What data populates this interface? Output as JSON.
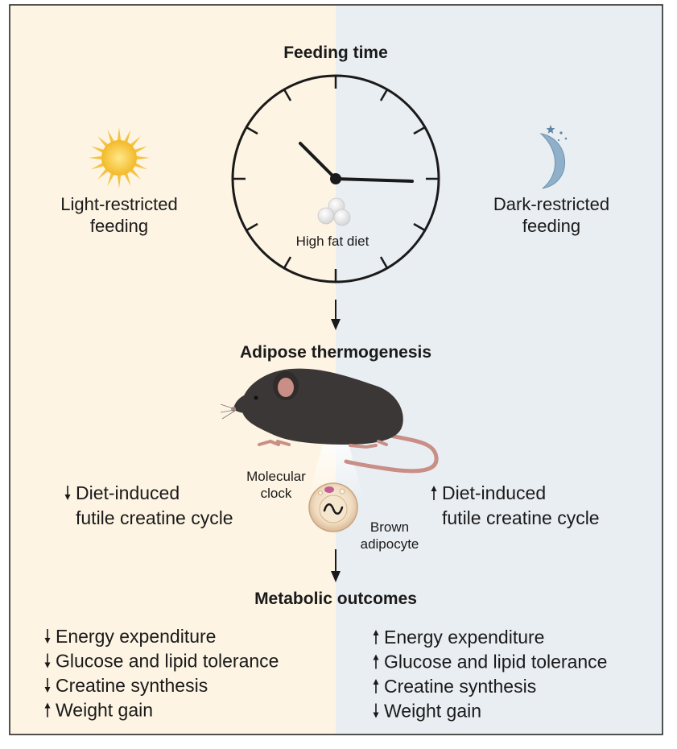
{
  "colors": {
    "light_panel": "#fdf4e3",
    "dark_panel": "#e9eef2",
    "border": "#1a1a1a",
    "sun": "#f5c342",
    "moon": "#8fb0c8",
    "mouse": "#3a3736",
    "tail": "#c98e86"
  },
  "icons": [
    "sun-icon",
    "moon-icon",
    "clock-icon",
    "food-pellets-icon",
    "mouse-icon",
    "brown-adipocyte-icon",
    "down-arrow-icon",
    "up-arrow-icon"
  ],
  "headings": {
    "feeding_time": "Feeding time",
    "adipose_thermogenesis": "Adipose thermogenesis",
    "metabolic_outcomes": "Metabolic outcomes"
  },
  "clock": {
    "center_label": "High fat diet"
  },
  "light": {
    "label_line1": "Light-restricted",
    "label_line2": "feeding",
    "cycle_line1": "Diet-induced",
    "cycle_line2": "futile creatine cycle",
    "cycle_direction": "down",
    "outcomes": [
      {
        "direction": "down",
        "text": "Energy expenditure"
      },
      {
        "direction": "down",
        "text": "Glucose and lipid tolerance"
      },
      {
        "direction": "down",
        "text": "Creatine synthesis"
      },
      {
        "direction": "up",
        "text": "Weight gain"
      }
    ]
  },
  "dark": {
    "label_line1": "Dark-restricted",
    "label_line2": "feeding",
    "cycle_line1": "Diet-induced",
    "cycle_line2": "futile creatine cycle",
    "cycle_direction": "up",
    "outcomes": [
      {
        "direction": "up",
        "text": "Energy expenditure"
      },
      {
        "direction": "up",
        "text": "Glucose and lipid tolerance"
      },
      {
        "direction": "up",
        "text": "Creatine synthesis"
      },
      {
        "direction": "down",
        "text": "Weight gain"
      }
    ]
  },
  "annotations": {
    "molecular_line1": "Molecular",
    "molecular_line2": "clock",
    "brown_line1": "Brown",
    "brown_line2": "adipocyte"
  }
}
